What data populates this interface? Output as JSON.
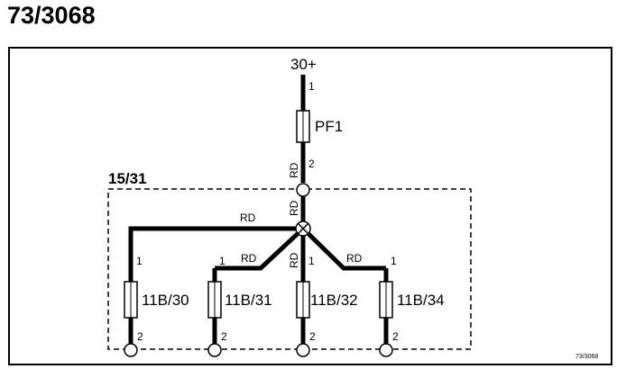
{
  "title": "73/3068",
  "supply_label": "30+",
  "group_label": "15/31",
  "main_fuse": {
    "label": "PF1",
    "pin_top": "1",
    "pin_bottom": "2"
  },
  "wire_color": "RD",
  "fuses": [
    {
      "label": "11B/30",
      "pin_top": "1",
      "pin_bottom": "2"
    },
    {
      "label": "11B/31",
      "pin_top": "1",
      "pin_bottom": "2"
    },
    {
      "label": "11B/32",
      "pin_top": "1",
      "pin_bottom": "2"
    },
    {
      "label": "11B/34",
      "pin_top": "1",
      "pin_bottom": "2"
    }
  ],
  "figure_code": "73/3068"
}
